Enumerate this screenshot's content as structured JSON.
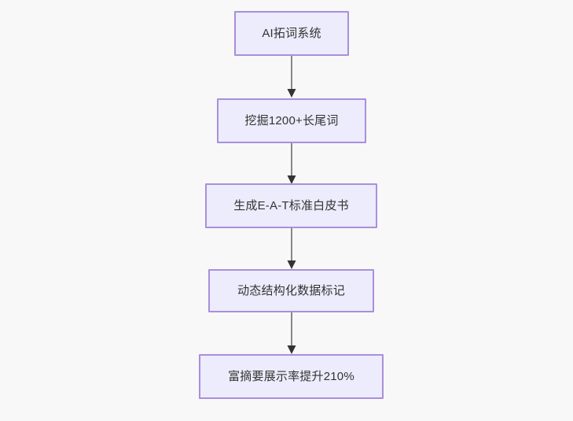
{
  "diagram": {
    "type": "flowchart",
    "direction": "top-to-bottom",
    "background_color": "#f8f8f8",
    "node_fill_color": "#ececfc",
    "node_border_color": "#a98fdb",
    "node_text_color": "#333333",
    "edge_color": "#888888",
    "arrow_color": "#333333",
    "nodes": [
      {
        "id": "node-1",
        "label": "AI拓词系统"
      },
      {
        "id": "node-2",
        "label": "挖掘1200+长尾词"
      },
      {
        "id": "node-3",
        "label": "生成E-A-T标准白皮书"
      },
      {
        "id": "node-4",
        "label": "动态结构化数据标记"
      },
      {
        "id": "node-5",
        "label": "富摘要展示率提升210%"
      }
    ],
    "edges": [
      {
        "id": "edge-1",
        "from": "node-1",
        "to": "node-2",
        "label": ""
      },
      {
        "id": "edge-2",
        "from": "node-2",
        "to": "node-3",
        "label": ""
      },
      {
        "id": "edge-3",
        "from": "node-3",
        "to": "node-4",
        "label": ""
      },
      {
        "id": "edge-4",
        "from": "node-4",
        "to": "node-5",
        "label": ""
      }
    ]
  }
}
